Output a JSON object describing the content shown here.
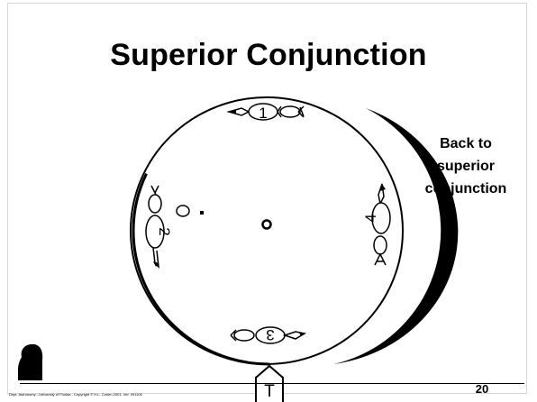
{
  "slide": {
    "title": "Superior Conjunction",
    "side_note_lines": [
      "Back to",
      "superior",
      "conjunction"
    ],
    "footer_credit": "Dept. Astronomy  - University of Florida  - Copyright © H.L. Cohen 2001. Ver. 091100",
    "page_number": "20"
  },
  "diagram": {
    "planet_positions": [
      "1",
      "2",
      "3",
      "4"
    ],
    "earth_label": "T"
  }
}
